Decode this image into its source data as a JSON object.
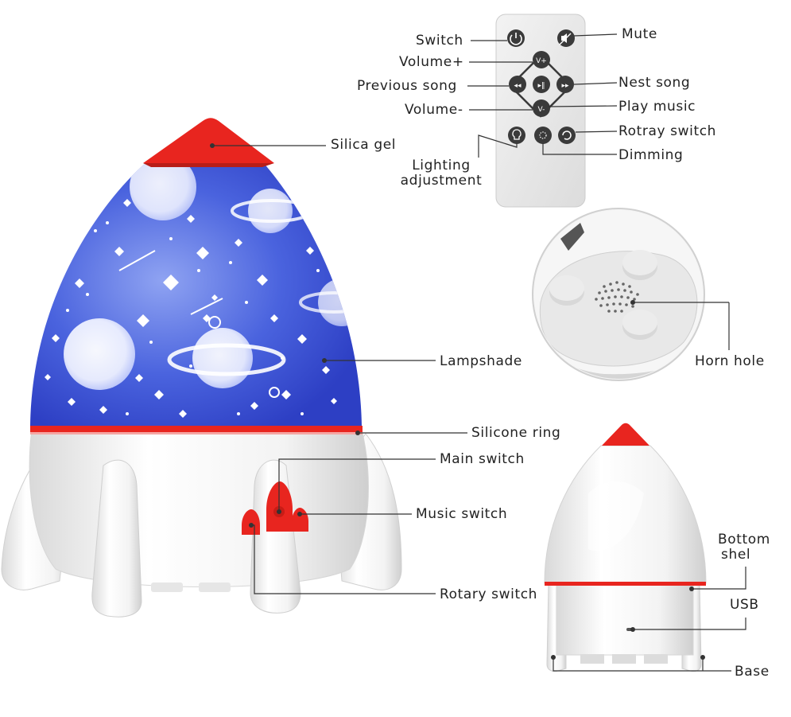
{
  "colors": {
    "accent_red": "#e8251f",
    "lampshade_blue": "#3e56d8",
    "body_white": "#f4f4f4",
    "leader_line": "#333333",
    "remote_body": "#e9e9e9"
  },
  "remote": {
    "buttons": [
      {
        "id": "power",
        "icon": "power-icon"
      },
      {
        "id": "mute",
        "icon": "mute-icon"
      },
      {
        "id": "vol-up",
        "icon": "volume-up-icon"
      },
      {
        "id": "prev",
        "icon": "previous-icon"
      },
      {
        "id": "play",
        "icon": "play-pause-icon"
      },
      {
        "id": "next",
        "icon": "next-icon"
      },
      {
        "id": "vol-down",
        "icon": "volume-down-icon"
      },
      {
        "id": "light",
        "icon": "bulb-icon"
      },
      {
        "id": "dim",
        "icon": "dimming-icon"
      },
      {
        "id": "rotate",
        "icon": "rotate-icon"
      }
    ]
  },
  "labels": {
    "switch": "Switch",
    "mute": "Mute",
    "volume_up": "Volume+",
    "previous_song": "Previous song",
    "nest_song": "Nest song",
    "volume_down": "Volume-",
    "play_music": "Play music",
    "rotray_switch": "Rotray switch",
    "dimming": "Dimming",
    "lighting_adjustment_1": "Lighting",
    "lighting_adjustment_2": "adjustment",
    "silica_gel": "Silica gel",
    "lampshade": "Lampshade",
    "horn_hole": "Horn hole",
    "silicone_ring": "Silicone ring",
    "main_switch": "Main switch",
    "music_switch": "Music switch",
    "rotary_switch": "Rotary switch",
    "bottom_shel_1": "Bottom",
    "bottom_shel_2": "shel",
    "usb": "USB",
    "base": "Base"
  }
}
